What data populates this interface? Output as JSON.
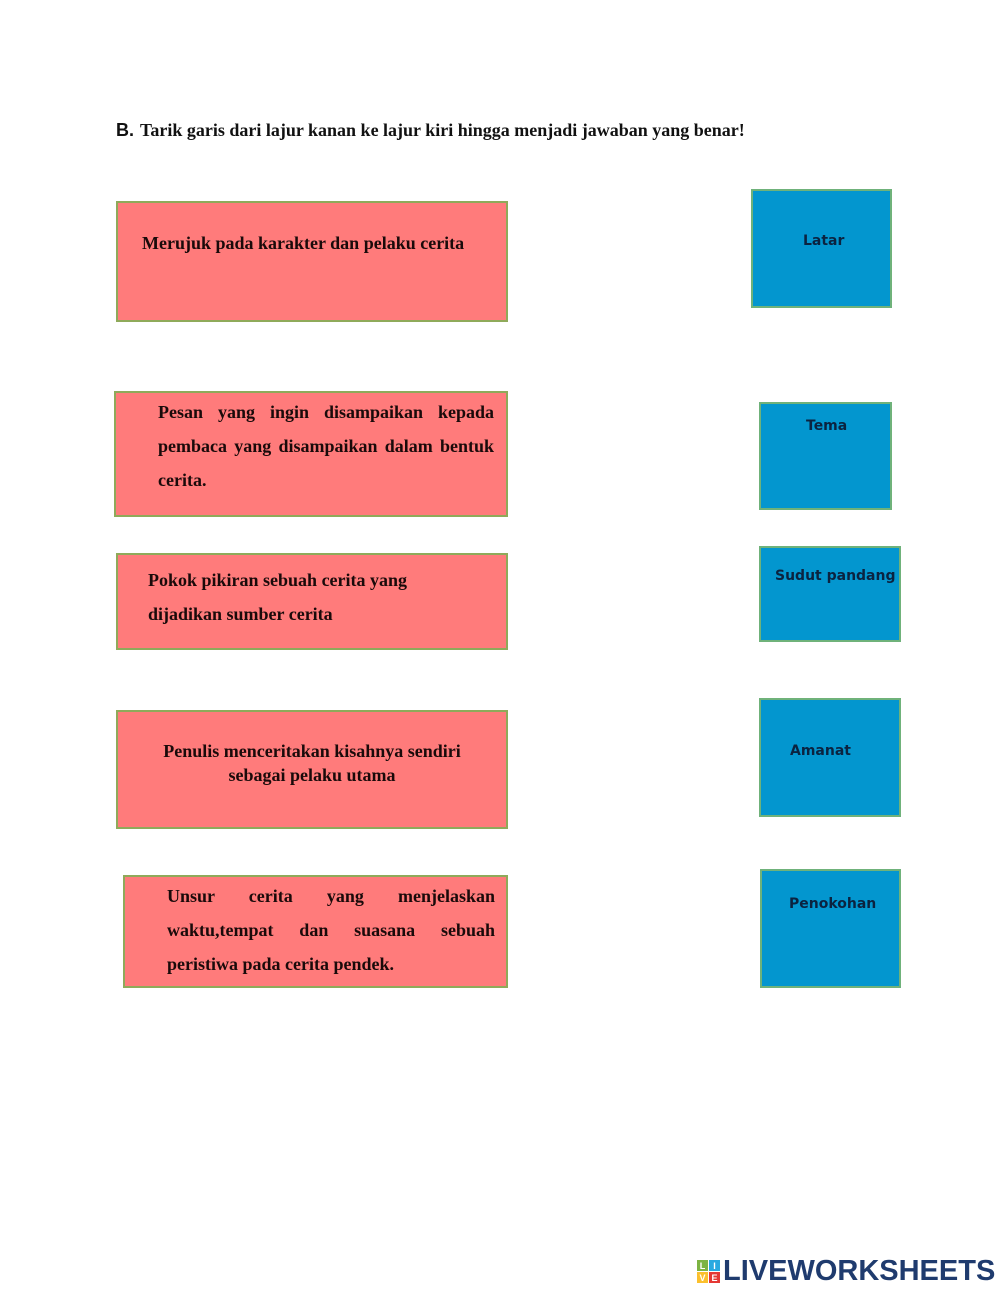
{
  "instruction": {
    "letter": "B.",
    "text": "Tarik garis dari lajur kanan ke lajur kiri hingga menjadi jawaban yang benar!"
  },
  "left_items": [
    {
      "text": "Merujuk pada karakter dan pelaku cerita"
    },
    {
      "text": "Pesan yang ingin disampaikan kepada pembaca yang disampaikan dalam bentuk cerita."
    },
    {
      "line1": "Pokok pikiran sebuah cerita yang",
      "line2": "dijadikan sumber cerita"
    },
    {
      "line1": "Penulis menceritakan kisahnya sendiri",
      "line2": "sebagai pelaku utama"
    },
    {
      "text": "Unsur cerita yang menjelaskan waktu,tempat dan suasana sebuah peristiwa pada cerita pendek."
    }
  ],
  "right_items": [
    {
      "label": "Latar"
    },
    {
      "label": "Tema"
    },
    {
      "label": "Sudut pandang"
    },
    {
      "label": "Amanat"
    },
    {
      "label": "Penokohan"
    }
  ],
  "colors": {
    "left_box": "#ff7b7b",
    "right_box": "#0396cf",
    "logo_text": "#1f3b6e"
  },
  "footer": {
    "logo_tiles": [
      "L",
      "I",
      "V",
      "E"
    ],
    "logo_text": "LIVEWORKSHEETS"
  }
}
